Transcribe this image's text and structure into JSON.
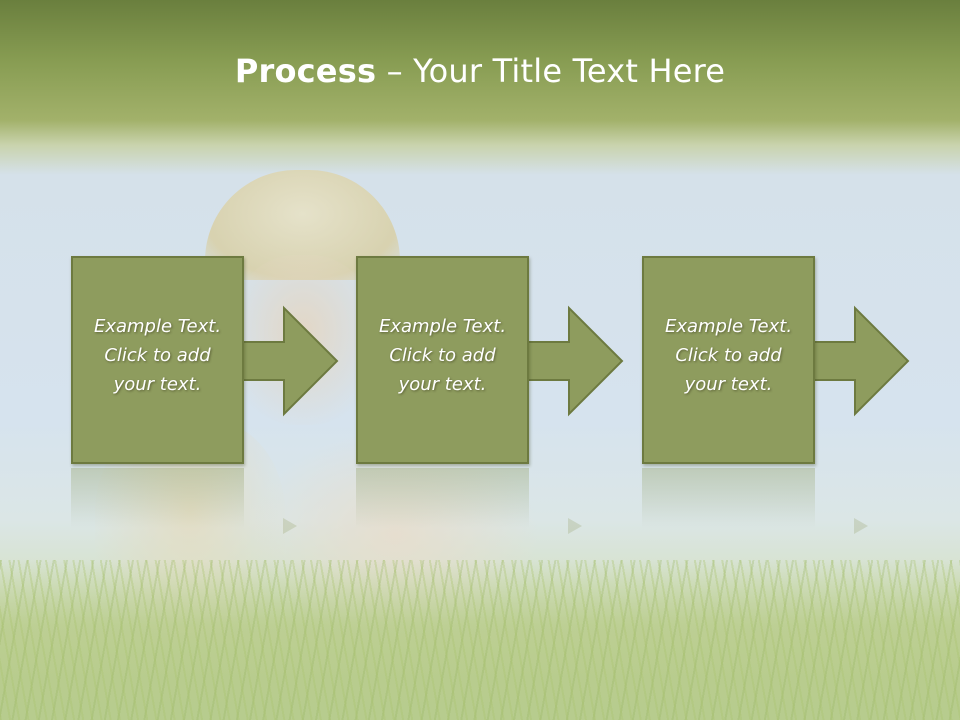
{
  "slide": {
    "title_bold": "Process",
    "title_rest": " – Your Title Text Here"
  },
  "steps": [
    {
      "line1": "Example Text.",
      "line2": "Click  to add",
      "line3": "your text."
    },
    {
      "line1": "Example Text.",
      "line2": "Click  to add",
      "line3": "your text."
    },
    {
      "line1": "Example Text.",
      "line2": "Click  to add",
      "line3": "your text."
    }
  ],
  "colors": {
    "box_fill": "#8e9c5e",
    "box_border": "#6d7a40",
    "header_band": "#879c52"
  }
}
